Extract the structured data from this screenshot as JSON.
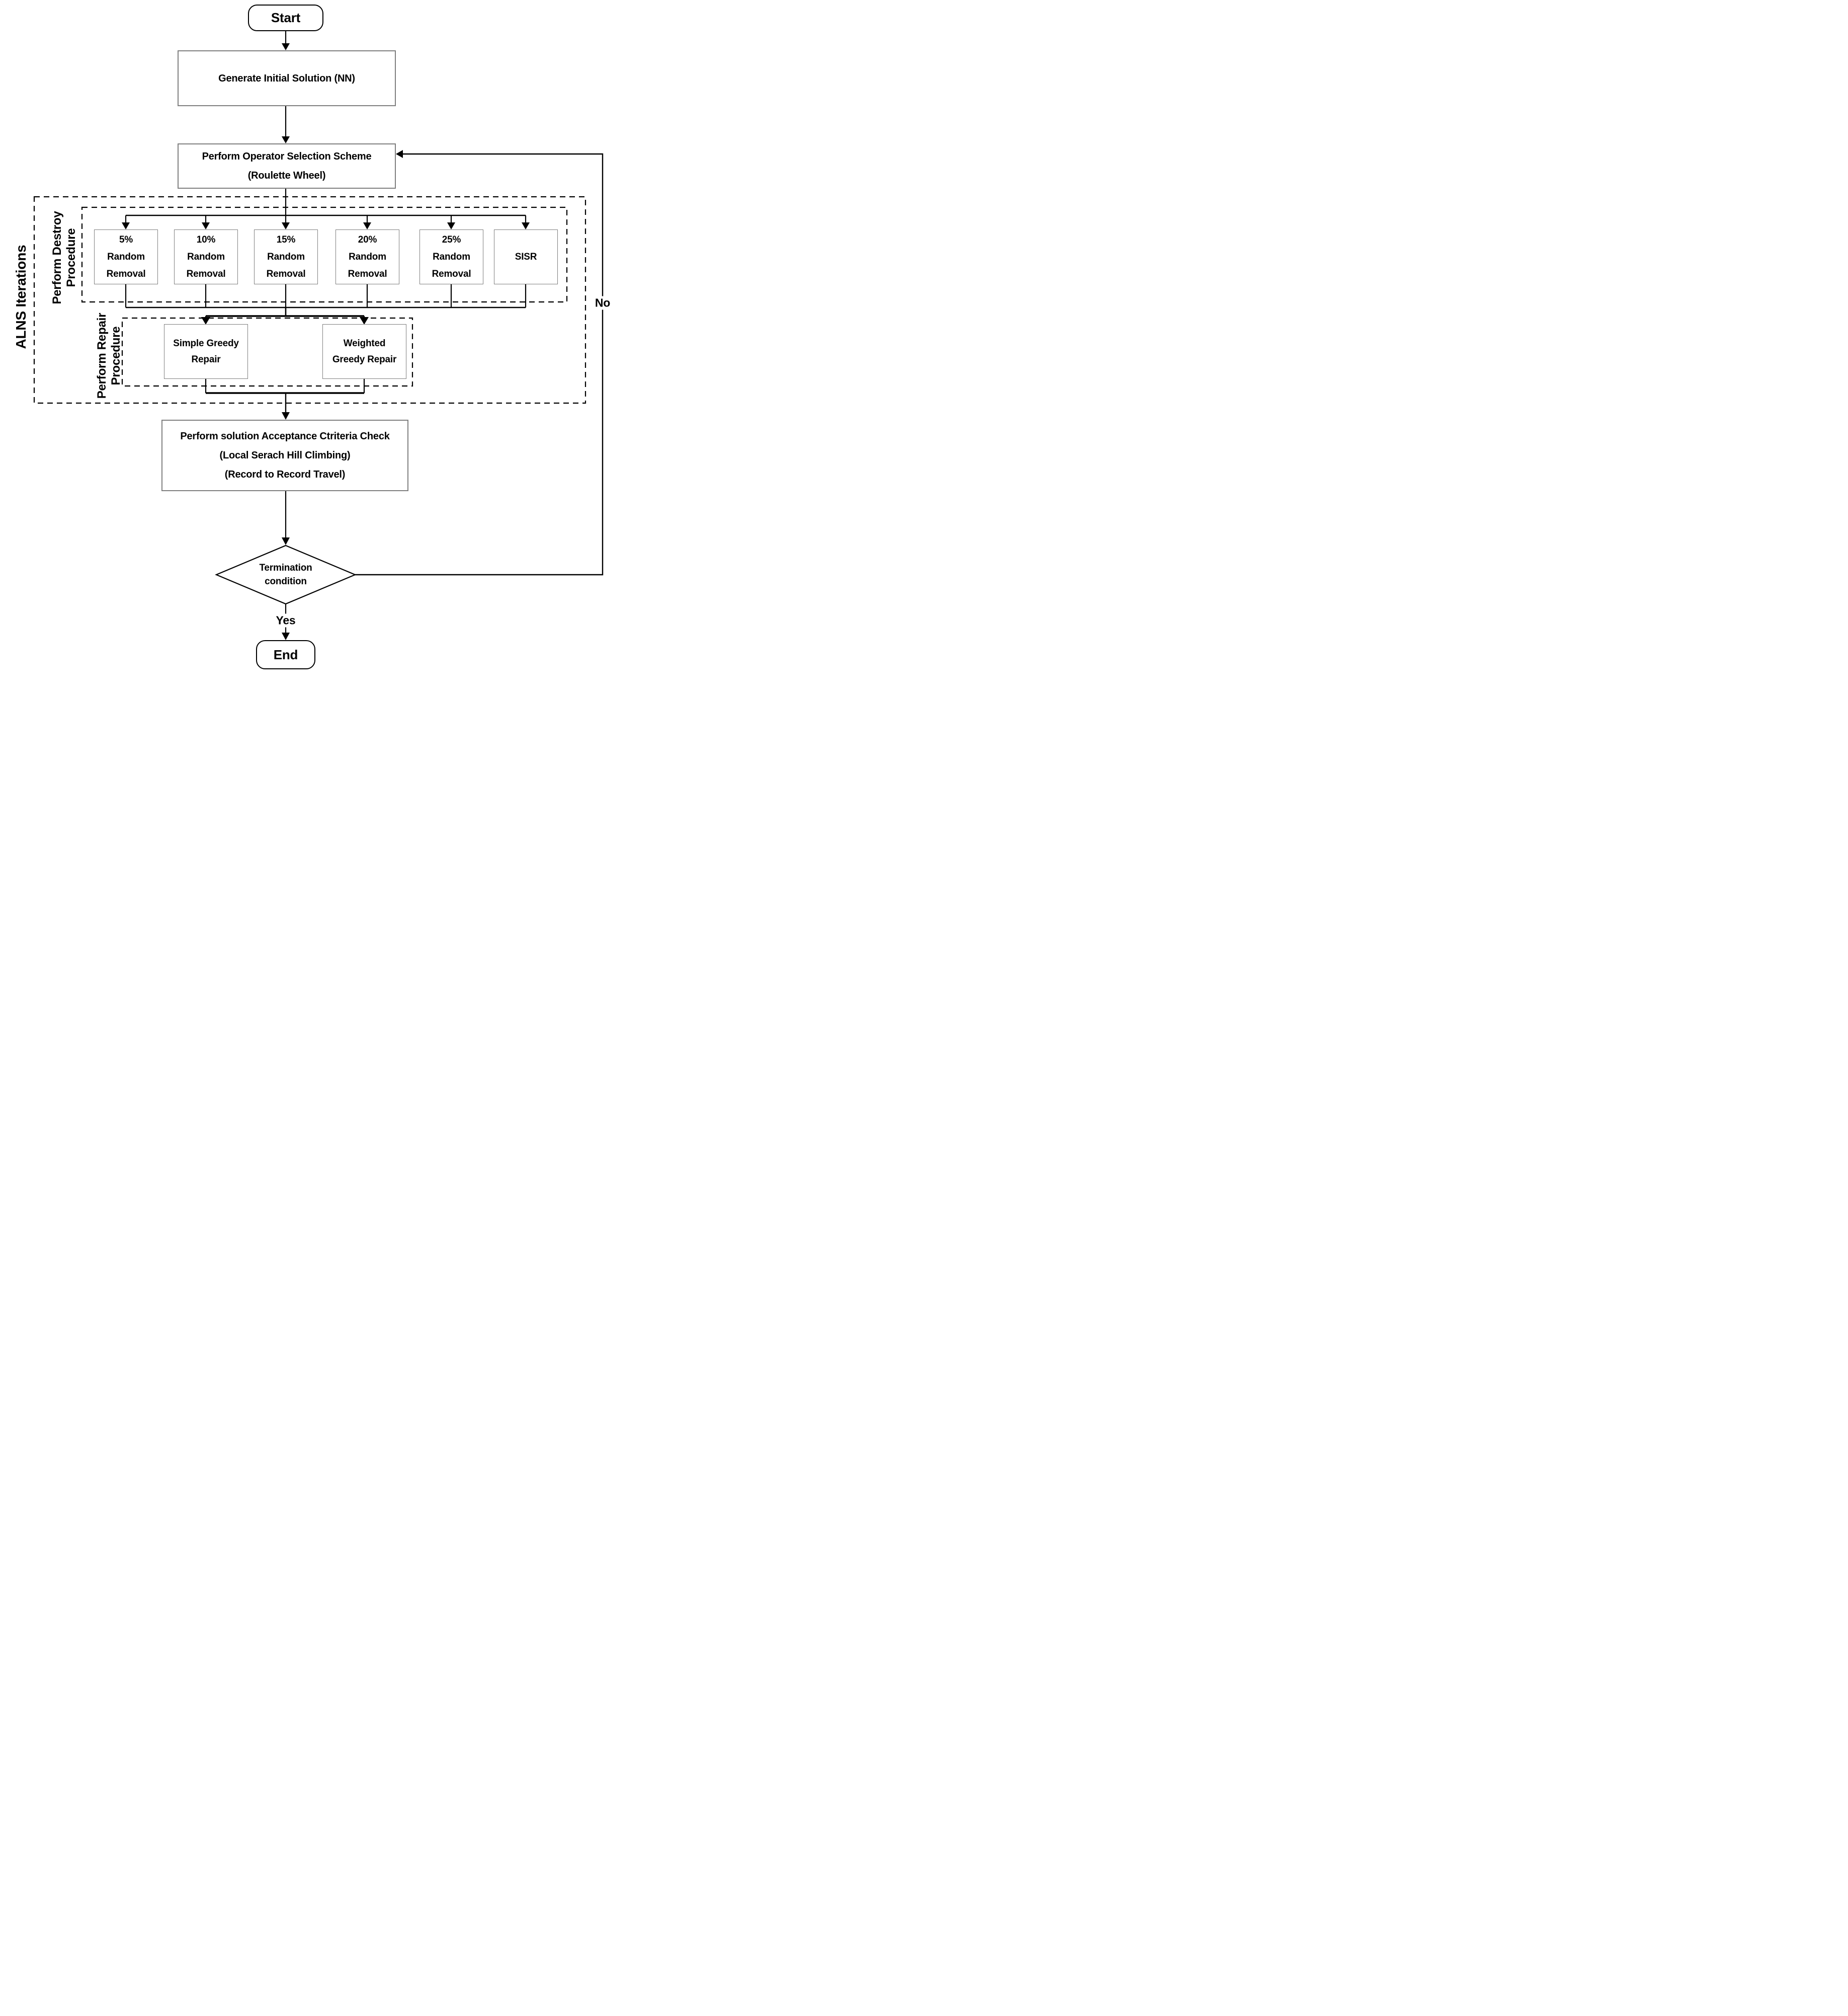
{
  "flowchart": {
    "start": "Start",
    "generate_initial": "Generate Initial Solution (NN)",
    "operator_selection": [
      "Perform Operator Selection Scheme",
      "(Roulette Wheel)"
    ],
    "destroy_operators": [
      [
        "5%",
        "Random",
        "Removal"
      ],
      [
        "10%",
        "Random",
        "Removal"
      ],
      [
        "15%",
        "Random",
        "Removal"
      ],
      [
        "20%",
        "Random",
        "Removal"
      ],
      [
        "25%",
        "Random",
        "Removal"
      ],
      [
        "SISR"
      ]
    ],
    "repair_operators": [
      [
        "Simple Greedy",
        "Repair"
      ],
      [
        "Weighted",
        "Greedy Repair"
      ]
    ],
    "acceptance_check": [
      "Perform solution Acceptance Ctriteria Check",
      "(Local Serach Hill Climbing)",
      "(Record to Record Travel)"
    ],
    "termination": [
      "Termination",
      "condition"
    ],
    "end": "End",
    "edge_labels": {
      "yes": "Yes",
      "no": "No"
    },
    "region_labels": {
      "alns_iterations": "ALNS Iterations",
      "destroy_procedure": [
        "Perform Destroy",
        "Procedure"
      ],
      "repair_procedure": [
        "Perform Repair",
        "Procedure"
      ]
    },
    "colors": {
      "line": "#000000",
      "process_border": "#7f7f7f",
      "terminal_border": "#000000",
      "background": "#ffffff"
    }
  }
}
